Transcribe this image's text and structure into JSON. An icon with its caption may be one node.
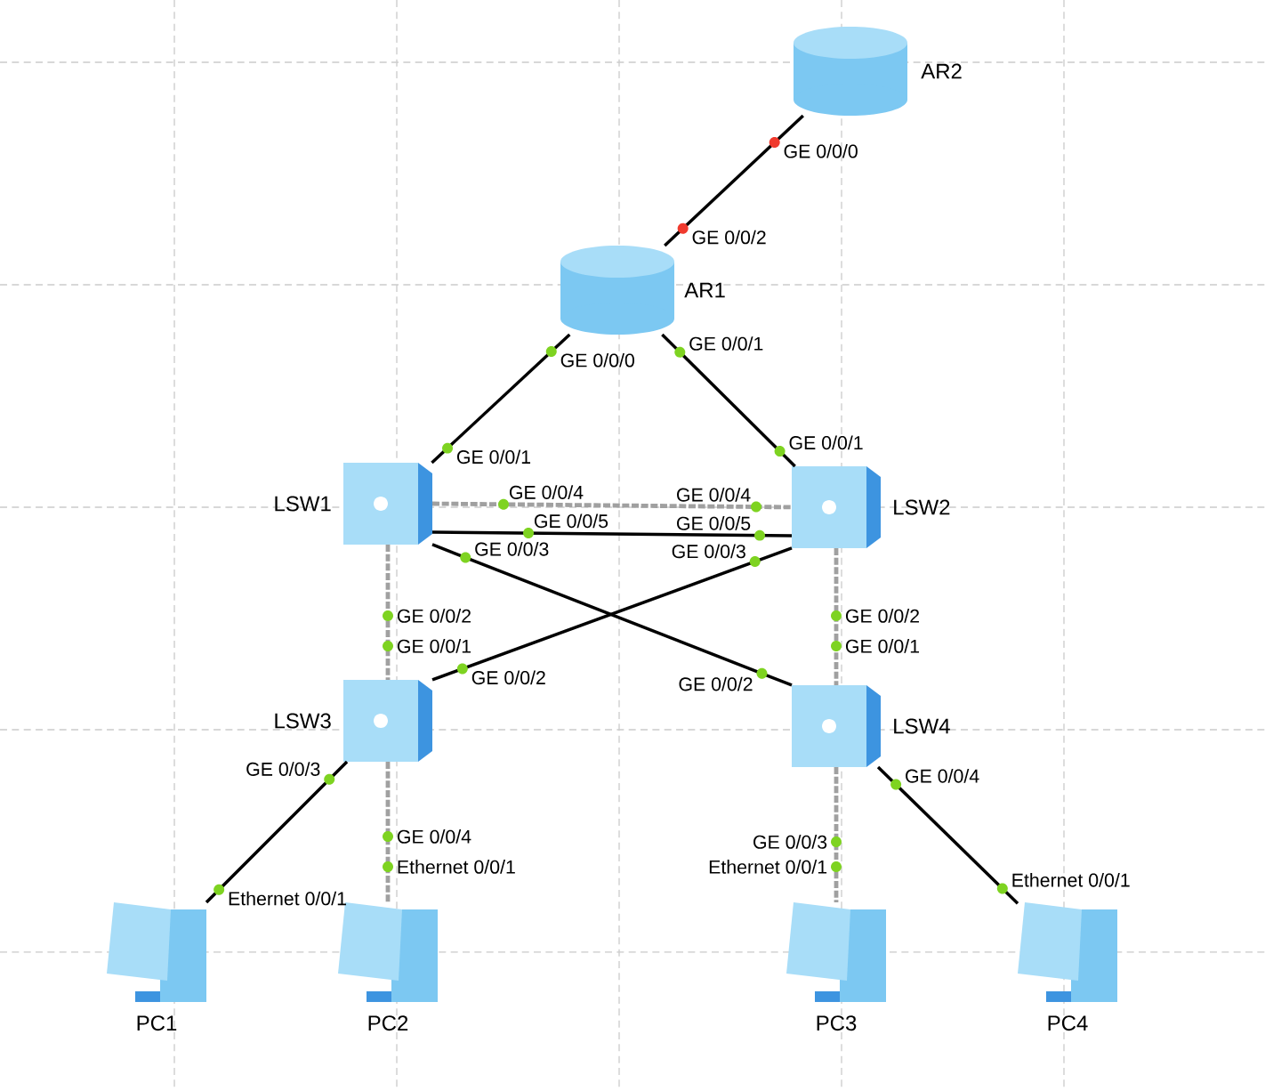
{
  "diagram": {
    "nodes": [
      {
        "text": [
          "AR2"
        ]
      },
      {
        "text": [
          "AR1"
        ]
      },
      {
        "text": [
          "LSW1"
        ]
      },
      {
        "text": [
          "LSW2"
        ]
      },
      {
        "text": [
          "LSW3"
        ]
      },
      {
        "text": [
          "LSW4"
        ]
      },
      {
        "text": [
          "PC1"
        ]
      },
      {
        "text": [
          "PC2"
        ]
      },
      {
        "text": [
          "PC3"
        ]
      },
      {
        "text": [
          "PC4"
        ]
      }
    ],
    "edges": [
      {
        "from": 0,
        "to": 1,
        "arrow": "none"
      },
      {
        "from": 1,
        "to": 2,
        "arrow": "none"
      },
      {
        "from": 1,
        "to": 3,
        "arrow": "none"
      },
      {
        "from": 2,
        "to": 3,
        "arrow": "none",
        "style": "dashed",
        "color": "#a0a0a0"
      },
      {
        "from": 2,
        "to": 3,
        "arrow": "none"
      },
      {
        "from": 2,
        "to": 5,
        "arrow": "none"
      },
      {
        "from": 3,
        "to": 4,
        "arrow": "none"
      },
      {
        "from": 2,
        "to": 4,
        "arrow": "none",
        "style": "dashed",
        "color": "#a0a0a0"
      },
      {
        "from": 3,
        "to": 5,
        "arrow": "none",
        "style": "dashed",
        "color": "#a0a0a0"
      },
      {
        "from": 4,
        "to": 6,
        "arrow": "none"
      },
      {
        "from": 4,
        "to": 7,
        "arrow": "none",
        "style": "dashed",
        "color": "#a0a0a0"
      },
      {
        "from": 5,
        "to": 8,
        "arrow": "none",
        "style": "dashed",
        "color": "#a0a0a0"
      },
      {
        "from": 5,
        "to": 9,
        "arrow": "none"
      }
    ],
    "labels": [
      "GE 0/0/0",
      "GE 0/0/2",
      "GE 0/0/0",
      "GE 0/0/1",
      "GE 0/0/1",
      "GE 0/0/1",
      "GE 0/0/4",
      "GE 0/0/4",
      "GE 0/0/5",
      "GE 0/0/5",
      "GE 0/0/3",
      "GE 0/0/2",
      "GE 0/0/3",
      "GE 0/0/2",
      "GE 0/0/2",
      "GE 0/0/1",
      "GE 0/0/2",
      "GE 0/0/1",
      "GE 0/0/3",
      "Ethernet 0/0/1",
      "GE 0/0/4",
      "Ethernet 0/0/1",
      "GE 0/0/3",
      "Ethernet 0/0/1",
      "GE 0/0/4",
      "Ethernet 0/0/1"
    ]
  }
}
